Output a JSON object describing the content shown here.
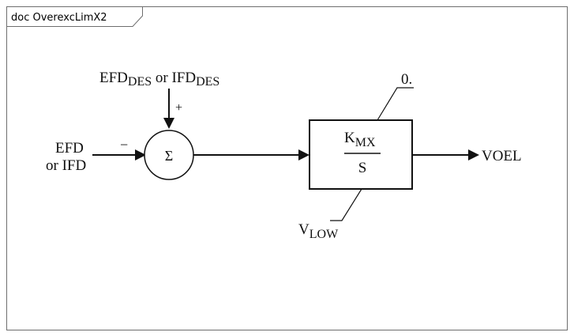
{
  "frame": {
    "title": "doc OverexcLimX2"
  },
  "diagram": {
    "ref_input": {
      "main": "EFD",
      "sub": "DES",
      "joiner": " or ",
      "main2": "IFD",
      "sub2": "DES"
    },
    "ref_sign": "+",
    "feedback_input": {
      "line1": "EFD",
      "line2": "or IFD"
    },
    "feedback_sign": "−",
    "summer_symbol": "Σ",
    "integrator": {
      "gain": "K",
      "gain_sub": "MX",
      "denominator": "S"
    },
    "upper_limit": "0.",
    "lower_limit": {
      "main": "V",
      "sub": "LOW"
    },
    "output": "VOEL"
  }
}
